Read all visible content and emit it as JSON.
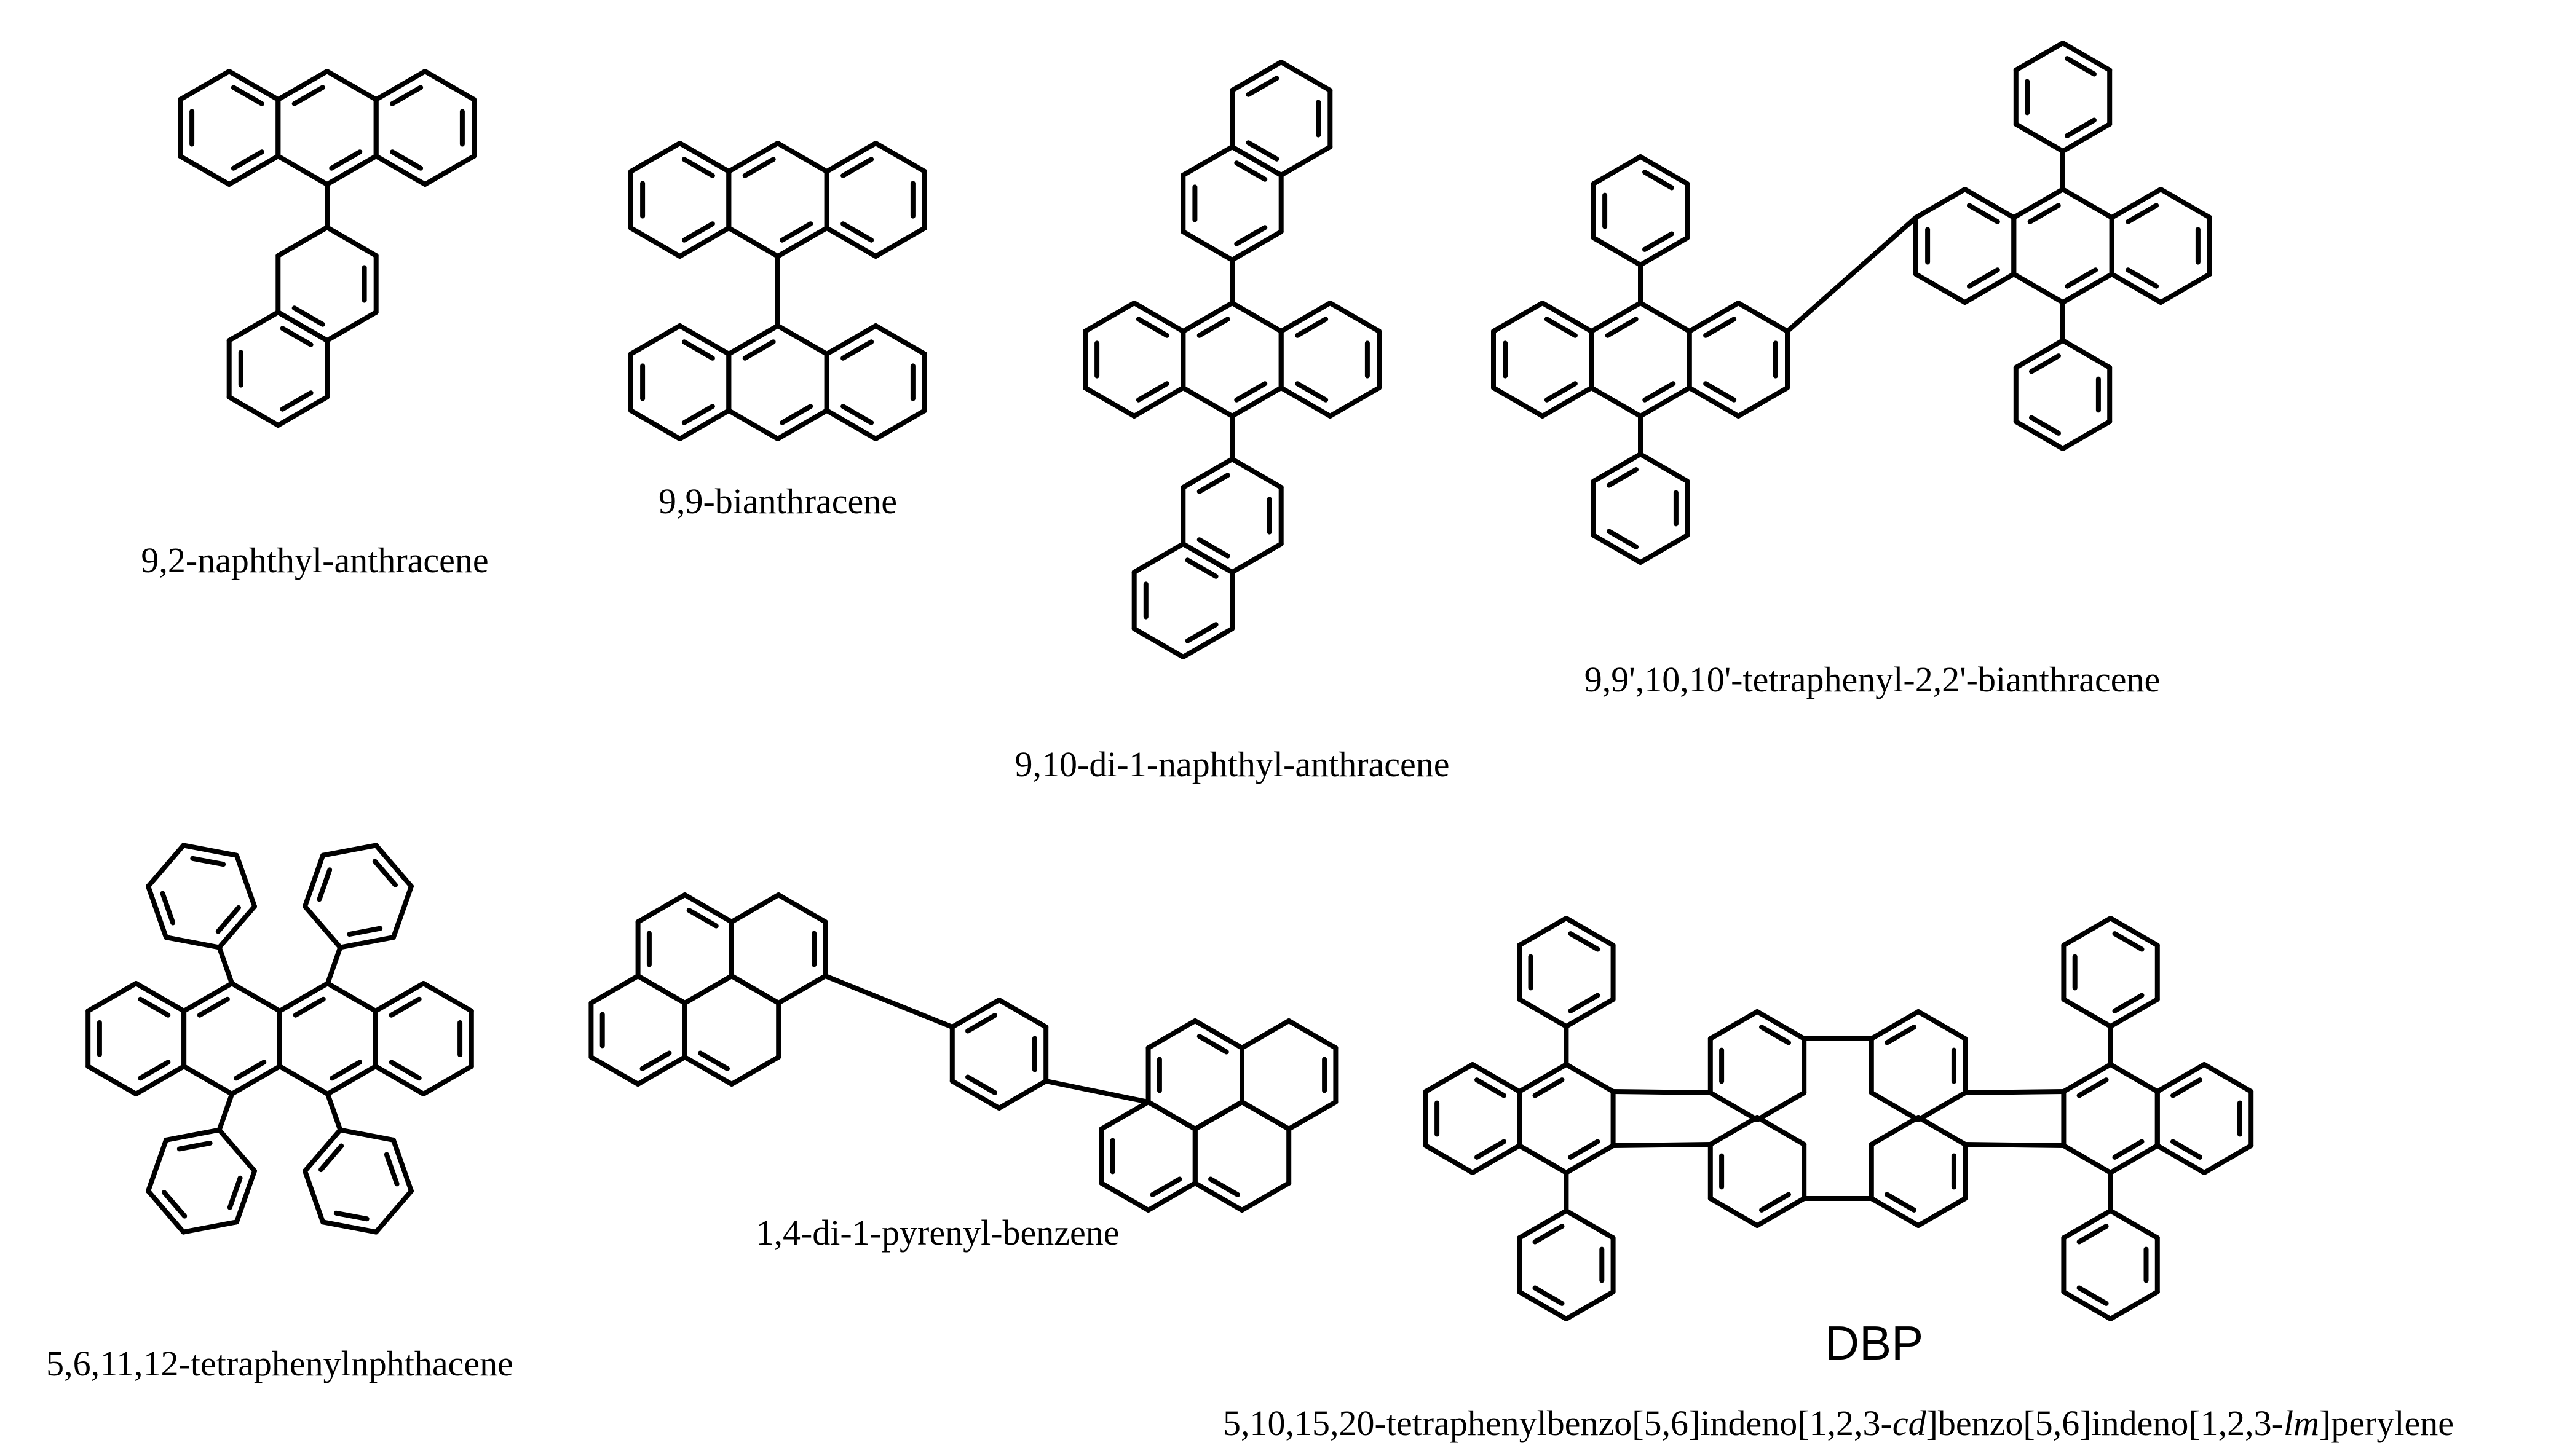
{
  "structures": [
    {
      "id": "s1",
      "label": "9,2-naphthyl-anthracene"
    },
    {
      "id": "s2",
      "label": "9,9-bianthracene"
    },
    {
      "id": "s3",
      "label": "9,10-di-1-naphthyl-anthracene"
    },
    {
      "id": "s4",
      "label": "9,9',10,10'-tetraphenyl-2,2'-bianthracene"
    },
    {
      "id": "s5",
      "label": "5,6,11,12-tetraphenylnphthacene"
    },
    {
      "id": "s6",
      "label": "1,4-di-1-pyrenyl-benzene"
    },
    {
      "id": "s7",
      "abbreviation": "DBP",
      "label_parts": [
        "5,10,15,20-tetraphenylbenzo[5,6]indeno[1,2,3-",
        "cd",
        "]benzo[5,6]indeno[1,2,3-",
        "lm",
        "]perylene"
      ]
    }
  ],
  "style": {
    "stroke": "#000000",
    "background": "#ffffff"
  }
}
